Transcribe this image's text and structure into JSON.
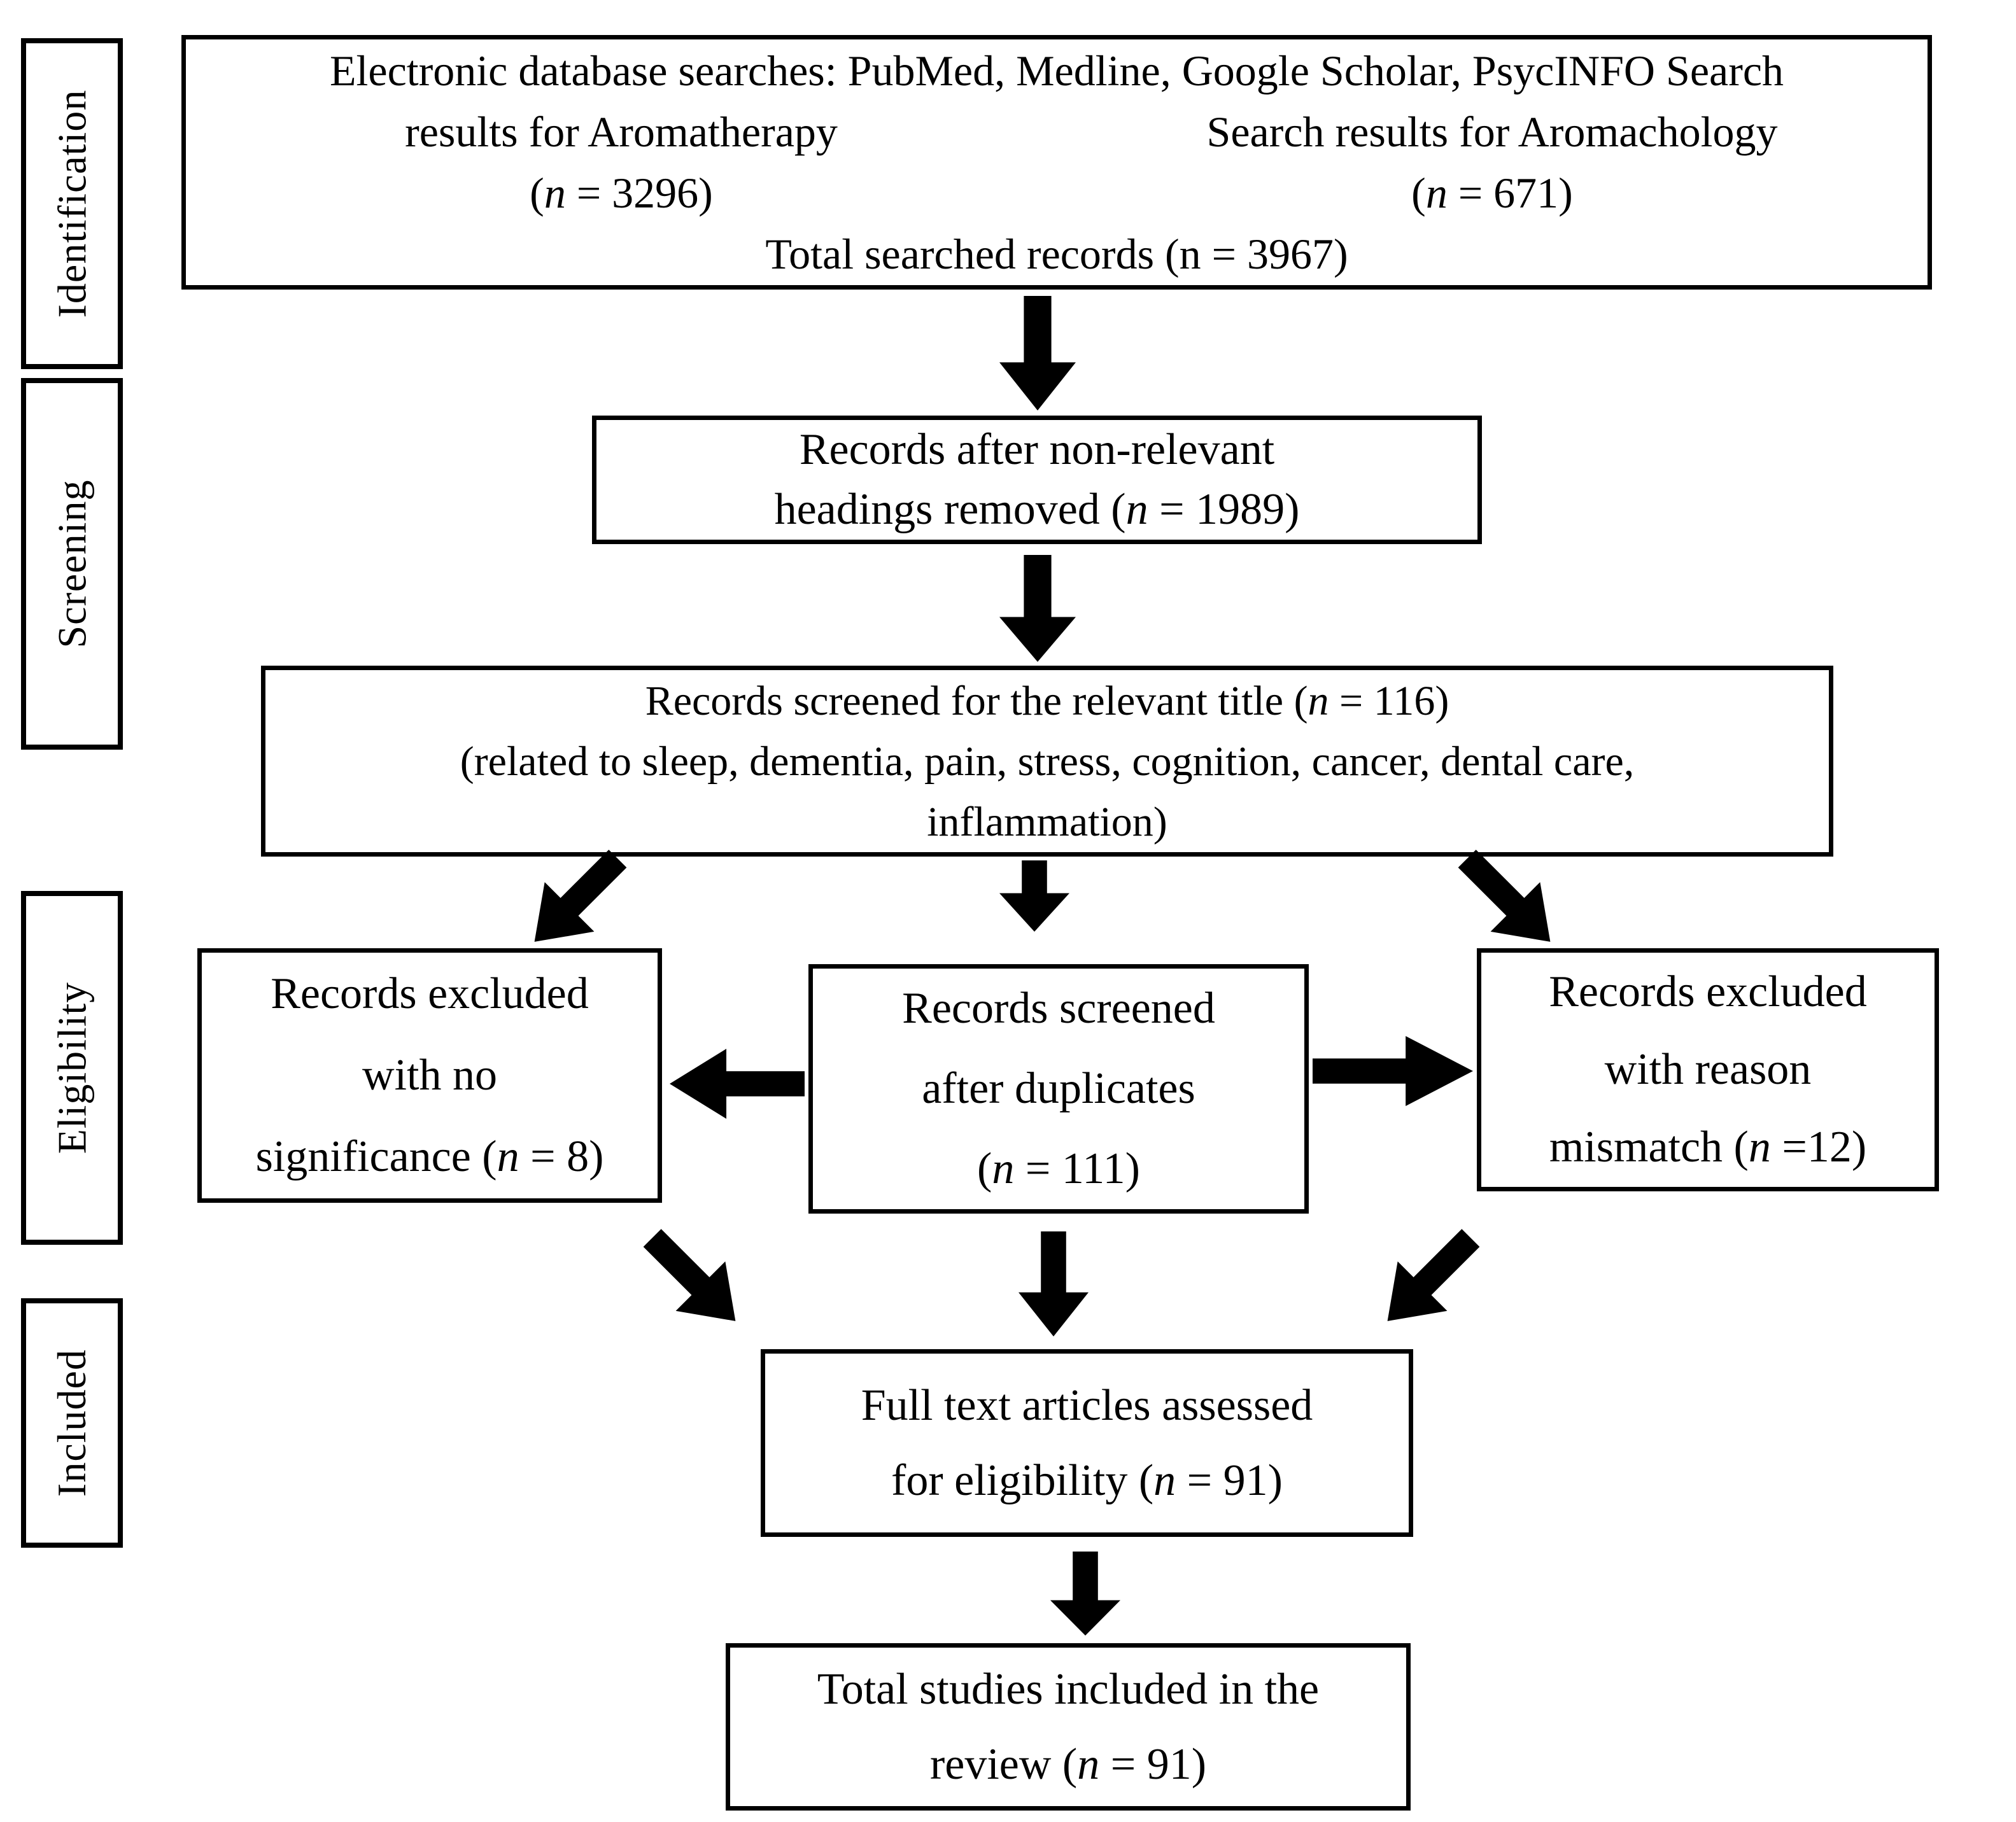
{
  "colors": {
    "ink": "#000000",
    "paper": "#ffffff"
  },
  "sidebar": {
    "stages": [
      {
        "label": "Identification"
      },
      {
        "label": "Screening"
      },
      {
        "label": "Eligibility"
      },
      {
        "label": "Included"
      }
    ]
  },
  "boxes": {
    "search": {
      "line1": "Electronic database searches: PubMed, Medline, Google Scholar, PsycINFO  Search",
      "aromatherapy": {
        "label": "results for Aromatherapy",
        "n": {
          "pre": "(",
          "var": "n",
          "post": " = 3296)"
        }
      },
      "aromachology": {
        "label": "Search results for Aromachology",
        "n": {
          "pre": "(",
          "var": "n",
          "post": " = 671)"
        }
      },
      "total": "Total searched records (n = 3967)"
    },
    "headings_removed": {
      "line1": "Records after non-relevant",
      "line2": {
        "pre": "headings removed (",
        "var": "n",
        "post": " = 1989)"
      }
    },
    "title_screened": {
      "line1": {
        "pre": "Records screened for the relevant title (",
        "var": "n",
        "post": " = 116)"
      },
      "line2": "(related to sleep, dementia, pain, stress, cognition, cancer, dental care,",
      "line3": "inflammation)"
    },
    "excluded_no_significance": {
      "line1": "Records excluded",
      "line2": "with no",
      "line3": {
        "pre": "significance (",
        "var": "n",
        "post": " = 8)"
      }
    },
    "screened_after_duplicates": {
      "line1": "Records screened",
      "line2": "after duplicates",
      "line3": {
        "pre": "(",
        "var": "n",
        "post": " = 111)"
      }
    },
    "excluded_reason_mismatch": {
      "line1": "Records excluded",
      "line2": "with reason",
      "line3": {
        "pre": "mismatch (",
        "var": "n",
        "post": " =12)"
      }
    },
    "fulltext_assessed": {
      "line1": "Full text articles assessed",
      "line2": {
        "pre": "for eligibility  (",
        "var": "n",
        "post": " = 91)"
      }
    },
    "total_included": {
      "line1": "Total studies included in the",
      "line2": {
        "pre": "review (",
        "var": "n",
        "post": " = 91)"
      }
    }
  }
}
